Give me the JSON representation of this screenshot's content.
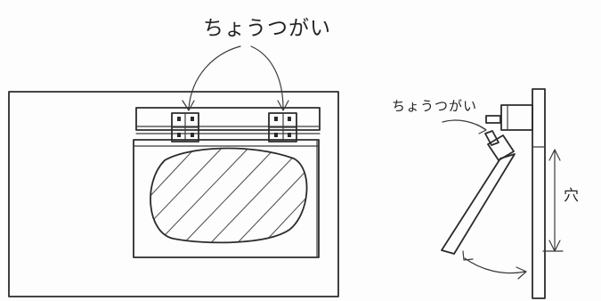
{
  "labels": {
    "hinge_top": "ちょうつがい",
    "hinge_side": "ちょうつがい",
    "hole": "穴"
  },
  "colors": {
    "ink": "#2b2b2b",
    "paper": "#fdfdfd"
  }
}
